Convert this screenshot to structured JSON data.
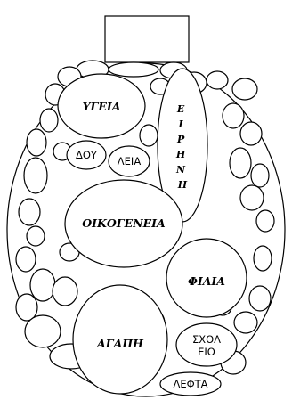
{
  "labels": {
    "health": "ΥΓΕΙΑ",
    "peace": "ΕΙΡΗΝΗ",
    "work": "ΔΟΥ",
    "work_cont": "ΛΕΙΑ",
    "family": "ΟΙΚΟΓΕΝΕΙΑ",
    "friendship": "ΦΙΛΙΑ",
    "love": "ΑΓΑΠΗ",
    "school": "ΣΧΟΛ",
    "school_cont": "ΕΙΟ",
    "money": "ΛΕΦΤΑ"
  },
  "colors": {
    "stroke": "#000000",
    "fill": "#ffffff"
  }
}
